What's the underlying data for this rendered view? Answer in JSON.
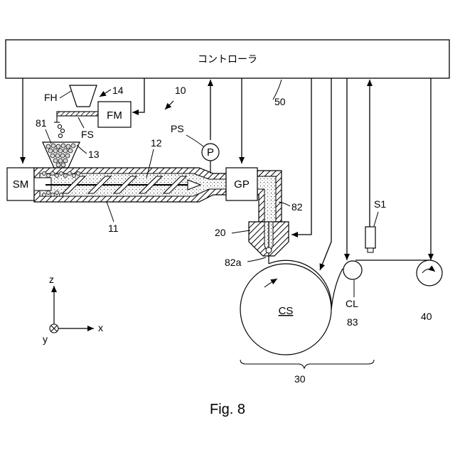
{
  "figure": {
    "caption": "Fig. 8",
    "controller_label": "コントローラ",
    "labels": {
      "ref_10": "10",
      "ref_50": "50",
      "fh": "FH",
      "ref_14": "14",
      "fm": "FM",
      "fs": "FS",
      "ref_81": "81",
      "ref_13": "13",
      "ref_12": "12",
      "ps": "PS",
      "p": "P",
      "sm": "SM",
      "gp": "GP",
      "ref_82": "82",
      "ref_11": "11",
      "ref_20": "20",
      "ref_82a": "82a",
      "s1": "S1",
      "cs": "CS",
      "cl": "CL",
      "ref_83": "83",
      "ref_40": "40",
      "ref_30": "30",
      "axis_z": "z",
      "axis_x": "x",
      "axis_y": "y"
    }
  }
}
